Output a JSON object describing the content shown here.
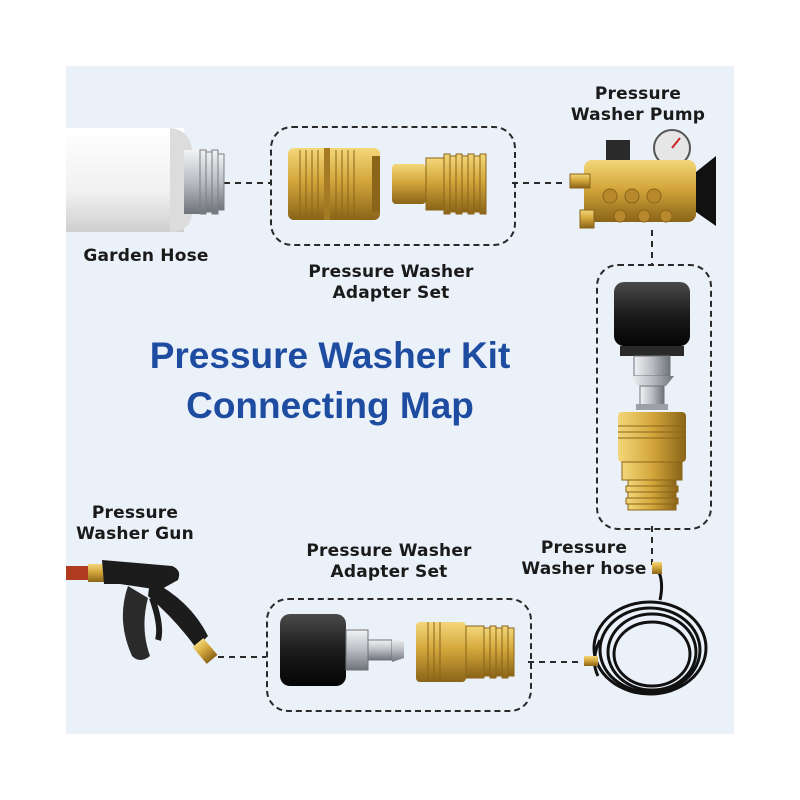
{
  "title": {
    "line1": "Pressure Washer Kit",
    "line2": "Connecting Map"
  },
  "labels": {
    "garden_hose": "Garden Hose",
    "adapter_set_top_line1": "Pressure Washer",
    "adapter_set_top_line2": "Adapter Set",
    "pump_line1": "Pressure",
    "pump_line2": "Washer Pump",
    "gun_line1": "Pressure",
    "gun_line2": "Washer Gun",
    "adapter_set_bottom_line1": "Pressure Washer",
    "adapter_set_bottom_line2": "Adapter Set",
    "hose_line1": "Pressure",
    "hose_line2": "Washer hose"
  },
  "colors": {
    "title": "#1e4ca0",
    "panel": "#ebf1f8",
    "brass": "#d4a73c",
    "black_rubber": "#1c1c1c",
    "steel": "#c9ccd1"
  }
}
